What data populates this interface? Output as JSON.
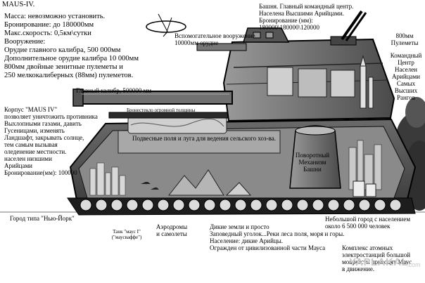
{
  "title": "MAUS-IV.",
  "specs": "Масса: невозможно установить.\nБронирование: до 180000мм\nМакс.скорость: 0,5км\\сутки\nВооружение:\nОрудие главного калибра, 500 000мм\nДополнительное орудие калибра 10 000мм\n800мм двойные зенитные пулеметы и\n250 мелкокалиберных (88мм) пулеметов.",
  "labels": {
    "aux_gun": "Вспомогательное вооружение\n10000мм орудие",
    "tower": "Башня. Главный командный центр.\nНаселена Высшими Арийцами.\nБронирование (мм):\n180000\\180000\\120000",
    "aa_guns": "800мм\nПулеметы",
    "command": "Командный\nЦентр\nНаселен\nАрийцами\nСамых\nВысших\nРангов",
    "main_gun": "Главный калибр, 500000 мм",
    "fence": "Бронестекло огромной толщины",
    "fields": "Подвесные поля и луга для ведения сельского хоз-ва.",
    "turntable": "Поворотный\nМеханизм\nБашни",
    "hull": "Корпус \"MAUS IV\"\nпозволяет уничтожить противника\nВыхлопными газами, давить\nГусеницами, изменять\nЛандшафт, закрывать солнце,\nтем самым вызывая\nоледенение местности.\nнаселен низшими\nАрийцами\nБронирование(мм): 100000",
    "new_york": "Город типа \"Нью-Йорк\"",
    "small_city": "Небольшой город с населением\nоколо 6 500 000 человек",
    "tank_mouse": "Танк \"маус I\"\n(\"маусваффе\")",
    "airfields": "Аэродромы\nи самолеты",
    "wild": "Дикие земли и просто\nЗаповедный уголок...Реки леса поля, моря и горы.\nНаселение: дикие Арийцы.\nОгражден от цивилизованной части Мауса",
    "reactors": "Комплекс атомных\nэлектростанций большой\nмощности приводят Маус\nв движение.",
    "watermark": "YAPLAKAL",
    "watermark_sub": ".com"
  }
}
